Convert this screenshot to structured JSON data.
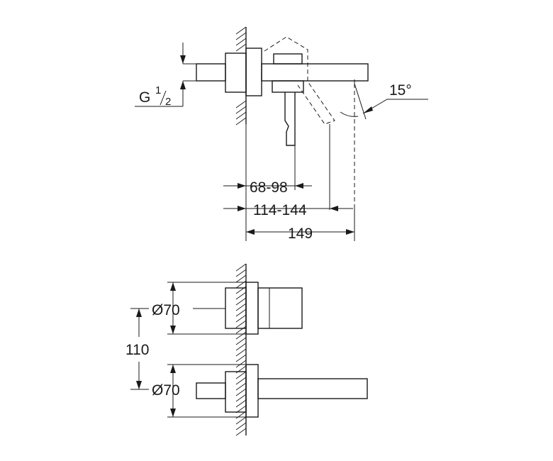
{
  "top_view": {
    "thread_label": "G",
    "thread_sup": "1",
    "thread_sub": "2",
    "angle_label": "15°",
    "dim_1": "68-98",
    "dim_2": "114-144",
    "dim_3": "149"
  },
  "bottom_view": {
    "diameter_upper": "Ø70",
    "diameter_lower": "Ø70",
    "spacing": "110"
  },
  "colors": {
    "line": "#1a1a1a",
    "background": "#ffffff"
  }
}
